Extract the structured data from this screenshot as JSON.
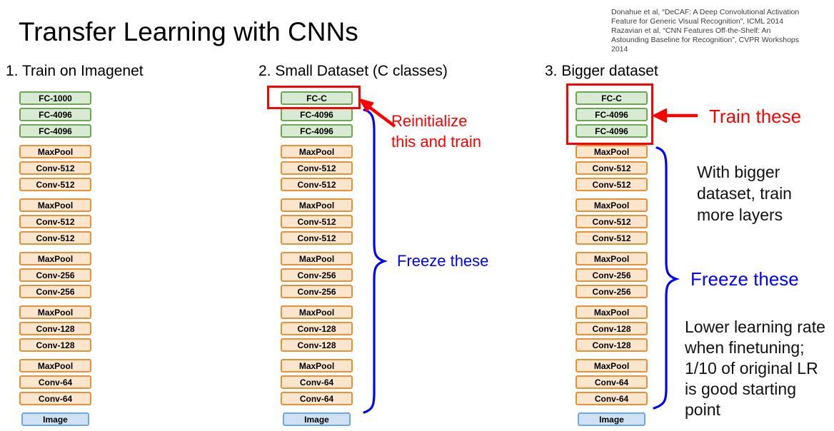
{
  "title": "Transfer Learning with CNNs",
  "citation": "Donahue et al, “DeCAF: A Deep Convolutional Activation\nFeature for Generic Visual Recognition”, ICML 2014\nRazavian et al, “CNN Features Off-the-Shelf: An\nAstounding Baseline for Recognition”, CVPR Workshops\n2014",
  "columns": [
    {
      "heading": "1. Train on Imagenet",
      "groups": [
        {
          "kind": "fc",
          "layers": [
            "FC-1000",
            "FC-4096",
            "FC-4096"
          ]
        },
        {
          "kind": "conv",
          "layers": [
            "MaxPool",
            "Conv-512",
            "Conv-512"
          ]
        },
        {
          "kind": "conv",
          "layers": [
            "MaxPool",
            "Conv-512",
            "Conv-512"
          ]
        },
        {
          "kind": "conv",
          "layers": [
            "MaxPool",
            "Conv-256",
            "Conv-256"
          ]
        },
        {
          "kind": "conv",
          "layers": [
            "MaxPool",
            "Conv-128",
            "Conv-128"
          ]
        },
        {
          "kind": "conv",
          "layers": [
            "MaxPool",
            "Conv-64",
            "Conv-64"
          ]
        },
        {
          "kind": "image",
          "layers": [
            "Image"
          ]
        }
      ]
    },
    {
      "heading": "2. Small Dataset (C classes)",
      "groups": [
        {
          "kind": "fc",
          "layers": [
            "FC-C",
            "FC-4096",
            "FC-4096"
          ]
        },
        {
          "kind": "conv",
          "layers": [
            "MaxPool",
            "Conv-512",
            "Conv-512"
          ]
        },
        {
          "kind": "conv",
          "layers": [
            "MaxPool",
            "Conv-512",
            "Conv-512"
          ]
        },
        {
          "kind": "conv",
          "layers": [
            "MaxPool",
            "Conv-256",
            "Conv-256"
          ]
        },
        {
          "kind": "conv",
          "layers": [
            "MaxPool",
            "Conv-128",
            "Conv-128"
          ]
        },
        {
          "kind": "conv",
          "layers": [
            "MaxPool",
            "Conv-64",
            "Conv-64"
          ]
        },
        {
          "kind": "image",
          "layers": [
            "Image"
          ]
        }
      ]
    },
    {
      "heading": "3. Bigger dataset",
      "groups": [
        {
          "kind": "fc",
          "layers": [
            "FC-C",
            "FC-4096",
            "FC-4096"
          ]
        },
        {
          "kind": "conv",
          "layers": [
            "MaxPool",
            "Conv-512",
            "Conv-512"
          ]
        },
        {
          "kind": "conv",
          "layers": [
            "MaxPool",
            "Conv-512",
            "Conv-512"
          ]
        },
        {
          "kind": "conv",
          "layers": [
            "MaxPool",
            "Conv-256",
            "Conv-256"
          ]
        },
        {
          "kind": "conv",
          "layers": [
            "MaxPool",
            "Conv-128",
            "Conv-128"
          ]
        },
        {
          "kind": "conv",
          "layers": [
            "MaxPool",
            "Conv-64",
            "Conv-64"
          ]
        },
        {
          "kind": "image",
          "layers": [
            "Image"
          ]
        }
      ]
    }
  ],
  "annotations": {
    "reinitialize": "Reinitialize\nthis and train",
    "freeze_small": "Freeze these",
    "train_these": "Train these",
    "bigger_note": "With bigger\ndataset, train\nmore layers",
    "freeze_bigger": "Freeze these",
    "lr_note": "Lower learning rate\nwhen finetuning;\n1/10 of original LR\nis good starting\npoint"
  },
  "colors": {
    "fc_fill": "#d9ead3",
    "fc_border": "#6aa84f",
    "conv_fill": "#fce5cd",
    "conv_border": "#e69138",
    "image_fill": "#cfe2f3",
    "image_border": "#6fa8dc",
    "highlight_red": "#ff0000",
    "freeze_blue": "#0101ff"
  }
}
